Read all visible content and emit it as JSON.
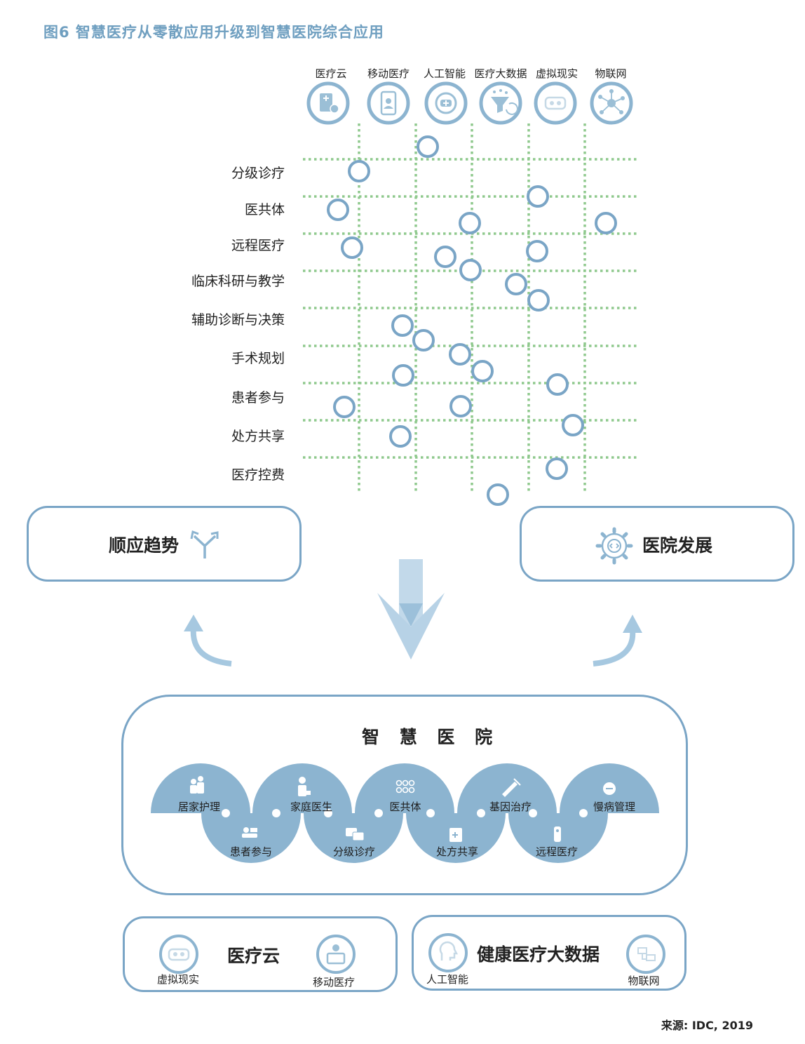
{
  "title": "图6 智慧医疗从零散应用升级到智慧医院综合应用",
  "tech_columns": [
    {
      "label": "医疗云",
      "icon": "medical-cloud-icon"
    },
    {
      "label": "移动医疗",
      "icon": "mobile-health-icon"
    },
    {
      "label": "人工智能",
      "icon": "ai-robot-icon"
    },
    {
      "label": "医疗大数据",
      "icon": "big-data-icon"
    },
    {
      "label": "虚拟现实",
      "icon": "vr-headset-icon"
    },
    {
      "label": "物联网",
      "icon": "iot-network-icon"
    }
  ],
  "applications": [
    "分级诊疗",
    "医共体",
    "远程医疗",
    "临床科研与教学",
    "辅助诊断与决策",
    "手术规划",
    "患者参与",
    "处方共享",
    "医疗控费"
  ],
  "left_box": {
    "label": "顺应趋势",
    "icon": "branch-arrow-icon"
  },
  "right_box": {
    "label": "医院发展",
    "icon": "gear-code-icon"
  },
  "smart_hospital": {
    "title": "智 慧 医 院",
    "top_domes": [
      {
        "label": "居家护理",
        "icon": "family-care-icon"
      },
      {
        "label": "家庭医生",
        "icon": "doctor-icon"
      },
      {
        "label": "医共体",
        "icon": "network-grid-icon"
      },
      {
        "label": "基因治疗",
        "icon": "syringe-icon"
      },
      {
        "label": "慢病管理",
        "icon": "chronic-disease-icon"
      }
    ],
    "bottom_domes": [
      {
        "label": "患者参与",
        "icon": "patient-bed-icon"
      },
      {
        "label": "分级诊疗",
        "icon": "referral-icon"
      },
      {
        "label": "处方共享",
        "icon": "prescription-icon"
      },
      {
        "label": "远程医疗",
        "icon": "remote-care-icon"
      }
    ]
  },
  "bottom_left": {
    "title": "医疗云",
    "left_label": "虚拟现实",
    "right_label": "移动医疗"
  },
  "bottom_right": {
    "title": "健康医疗大数据",
    "left_label": "人工智能",
    "right_label": "物联网"
  },
  "source": "来源: IDC, 2019",
  "colors": {
    "accent": "#7aa5c6",
    "dome": "#8cb4d0",
    "grid": "#8fc98d",
    "title": "#6f9fc0"
  }
}
